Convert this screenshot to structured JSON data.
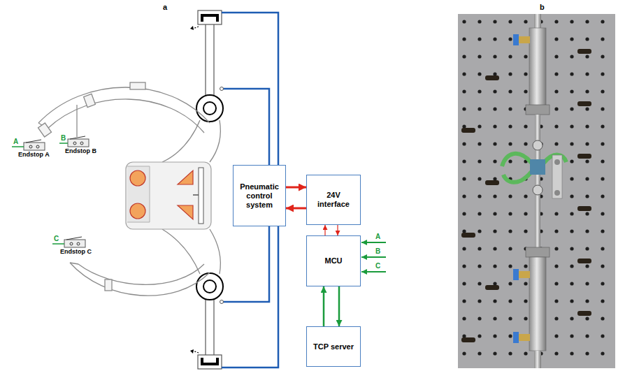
{
  "diagram": {
    "nodes": [
      {
        "text": [
          "Pneumatic control system"
        ]
      },
      {
        "text": [
          "24V interface"
        ]
      },
      {
        "text": [
          "MCU"
        ]
      },
      {
        "text": [
          "TCP server"
        ]
      }
    ],
    "edges": [
      {
        "from": 0,
        "to": 1,
        "arrow": "to"
      },
      {
        "from": 1,
        "to": 0,
        "arrow": "to"
      },
      {
        "from": 1,
        "to": 2,
        "arrow": "to"
      },
      {
        "from": 2,
        "to": 1,
        "arrow": "to"
      },
      {
        "from": 2,
        "to": 3,
        "arrow": "to"
      },
      {
        "from": 3,
        "to": 2,
        "arrow": "to"
      }
    ],
    "labels": [
      "a",
      "b",
      "A",
      "Endstop A",
      "B",
      "Endstop B",
      "C",
      "Endstop C",
      "A",
      "B",
      "C"
    ]
  }
}
